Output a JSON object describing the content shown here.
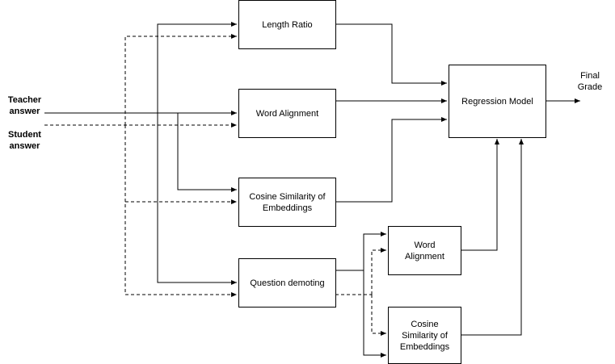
{
  "inputs": {
    "teacher": [
      "Teacher",
      "answer"
    ],
    "student": [
      "Student",
      "answer"
    ]
  },
  "output": [
    "Final",
    "Grade"
  ],
  "boxes": {
    "length_ratio": "Length Ratio",
    "word_alignment_1": "Word Alignment",
    "cosine_1": "Cosine Similarity of Embeddings",
    "question_demoting": "Question demoting",
    "regression_model": "Regression Model",
    "word_alignment_2": "Word Alignment",
    "cosine_2": "Cosine Similarity of Embeddings"
  }
}
